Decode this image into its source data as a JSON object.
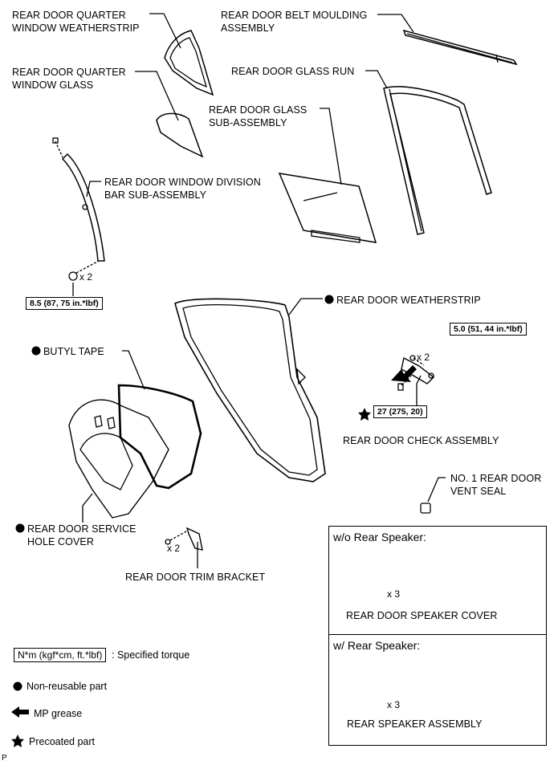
{
  "labels": {
    "quarter_weatherstrip": "REAR DOOR QUARTER\nWINDOW WEATHERSTRIP",
    "belt_moulding": "REAR DOOR BELT MOULDING\nASSEMBLY",
    "quarter_glass": "REAR DOOR QUARTER\nWINDOW GLASS",
    "glass_run": "REAR DOOR GLASS RUN",
    "glass_sub": "REAR DOOR GLASS\nSUB-ASSEMBLY",
    "division_bar": "REAR DOOR WINDOW DIVISION\nBAR SUB-ASSEMBLY",
    "door_weatherstrip": "REAR DOOR WEATHERSTRIP",
    "butyl_tape": "BUTYL TAPE",
    "check_assembly": "REAR DOOR CHECK ASSEMBLY",
    "vent_seal": "NO. 1 REAR DOOR\nVENT SEAL",
    "service_hole_cover": "REAR DOOR SERVICE\nHOLE COVER",
    "trim_bracket": "REAR DOOR TRIM BRACKET"
  },
  "torques": {
    "division_bar": "8.5 (87, 75 in.*lbf)",
    "check_small": "5.0 (51, 44 in.*lbf)",
    "check_large": "27 (275, 20)"
  },
  "quantities": {
    "division_bar_bolt": "x 2",
    "check_bolts": "x 2",
    "bracket_screws": "x 2",
    "cover_screws": "x 3",
    "speaker_screws": "x 3"
  },
  "panels": {
    "without_speaker": {
      "title": "w/o Rear Speaker:",
      "part": "REAR DOOR SPEAKER COVER"
    },
    "with_speaker": {
      "title": "w/ Rear Speaker:",
      "part": "REAR SPEAKER ASSEMBLY"
    }
  },
  "legend": {
    "torque_box": "N*m (kgf*cm, ft.*lbf)",
    "torque_desc": ": Specified torque",
    "non_reusable": "Non-reusable part",
    "mp_grease": "MP grease",
    "precoated": "Precoated part"
  },
  "corner_mark": "P"
}
